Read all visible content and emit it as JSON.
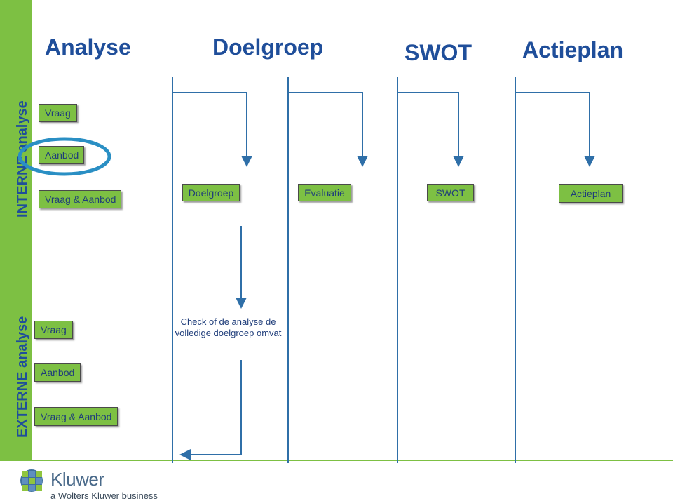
{
  "side_labels": {
    "interne": "INTERNE analyse",
    "externe": "EXTERNE analyse"
  },
  "headers": {
    "analyse": "Analyse",
    "doelgroep": "Doelgroep",
    "swot": "SWOT",
    "actieplan": "Actieplan"
  },
  "interne_boxes": [
    "Vraag",
    "Aanbod",
    "Vraag & Aanbod"
  ],
  "externe_boxes": [
    "Vraag",
    "Aanbod",
    "Vraag & Aanbod"
  ],
  "flow_boxes": [
    "Doelgroep",
    "Evaluatie",
    "SWOT",
    "Actieplan"
  ],
  "note": "Check of de analyse de volledige doelgroep omvat",
  "logo": {
    "name": "Kluwer",
    "tagline": "a Wolters Kluwer business"
  },
  "colors": {
    "accent_green": "#7dc043",
    "title_blue": "#1f4e9a",
    "line_blue": "#2f6fa8",
    "highlight_circle": "#2a8fc4"
  }
}
